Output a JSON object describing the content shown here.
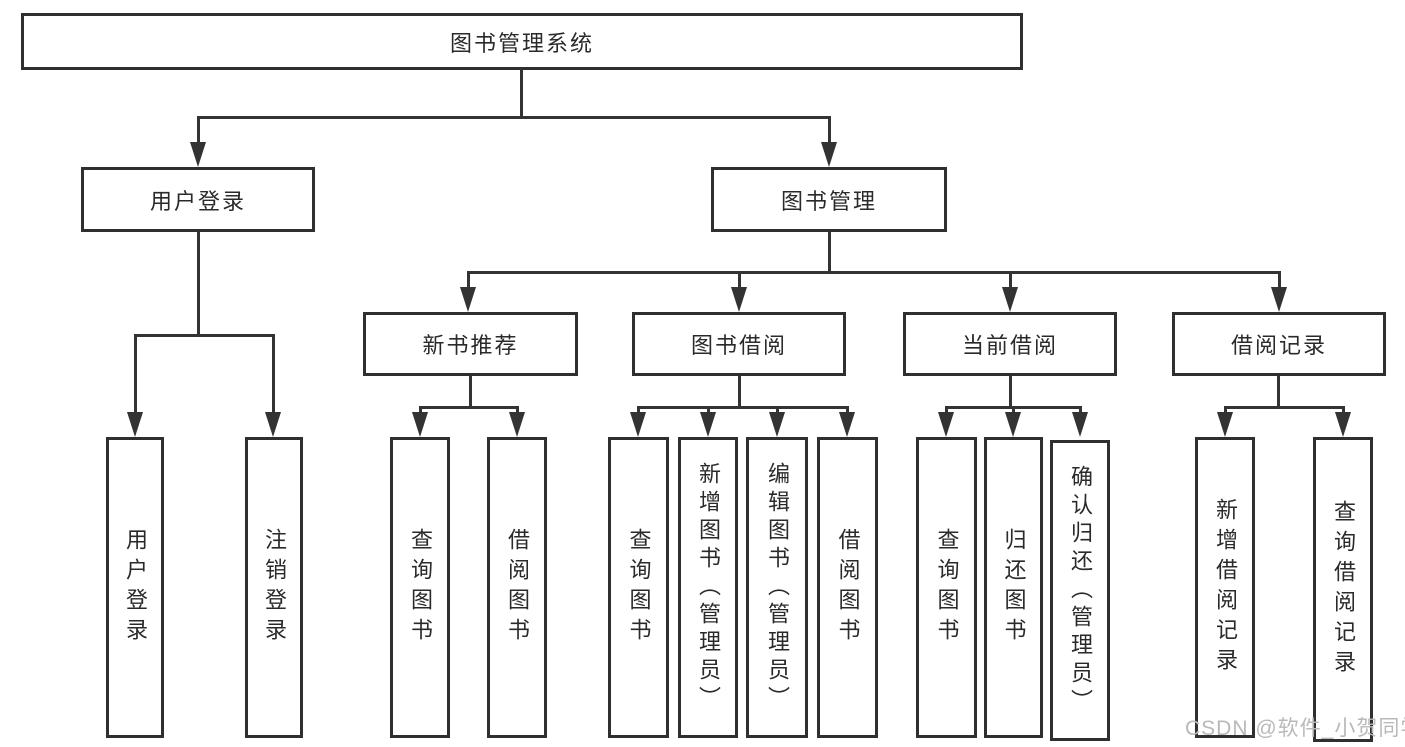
{
  "diagram": {
    "type": "hierarchy-tree",
    "root": {
      "label": "图书管理系统"
    },
    "level2": [
      {
        "id": "user-login-module",
        "label": "用户登录"
      },
      {
        "id": "book-management-module",
        "label": "图书管理"
      }
    ],
    "level3": [
      {
        "id": "new-book-recommend",
        "label": "新书推荐",
        "parent": "图书管理"
      },
      {
        "id": "book-borrowing",
        "label": "图书借阅",
        "parent": "图书管理"
      },
      {
        "id": "current-borrowing",
        "label": "当前借阅",
        "parent": "图书管理"
      },
      {
        "id": "borrowing-records",
        "label": "借阅记录",
        "parent": "图书管理"
      }
    ],
    "leaves": [
      {
        "id": "leaf-user-login",
        "label": "用户登录",
        "parent": "用户登录"
      },
      {
        "id": "leaf-logout",
        "label": "注销登录",
        "parent": "用户登录"
      },
      {
        "id": "leaf-query-books-1",
        "label": "查询图书",
        "parent": "新书推荐"
      },
      {
        "id": "leaf-borrow-books-1",
        "label": "借阅图书",
        "parent": "新书推荐"
      },
      {
        "id": "leaf-query-books-2",
        "label": "查询图书",
        "parent": "图书借阅"
      },
      {
        "id": "leaf-add-book-admin",
        "label": "新增图书（管理员）",
        "parent": "图书借阅"
      },
      {
        "id": "leaf-edit-book-admin",
        "label": "编辑图书（管理员）",
        "parent": "图书借阅"
      },
      {
        "id": "leaf-borrow-books-2",
        "label": "借阅图书",
        "parent": "图书借阅"
      },
      {
        "id": "leaf-query-books-3",
        "label": "查询图书",
        "parent": "当前借阅"
      },
      {
        "id": "leaf-return-book",
        "label": "归还图书",
        "parent": "当前借阅"
      },
      {
        "id": "leaf-confirm-return-admin",
        "label": "确认归还（管理员）",
        "parent": "当前借阅"
      },
      {
        "id": "leaf-add-borrow-record",
        "label": "新增借阅记录",
        "parent": "借阅记录"
      },
      {
        "id": "leaf-query-borrow-record",
        "label": "查询借阅记录",
        "parent": "借阅记录"
      }
    ],
    "watermark": "CSDN @软件_小贺同学",
    "colors": {
      "line": "#333333",
      "border": "#2f2f2f",
      "text": "#2a2a2a",
      "watermark": "#b9b9b9"
    }
  }
}
